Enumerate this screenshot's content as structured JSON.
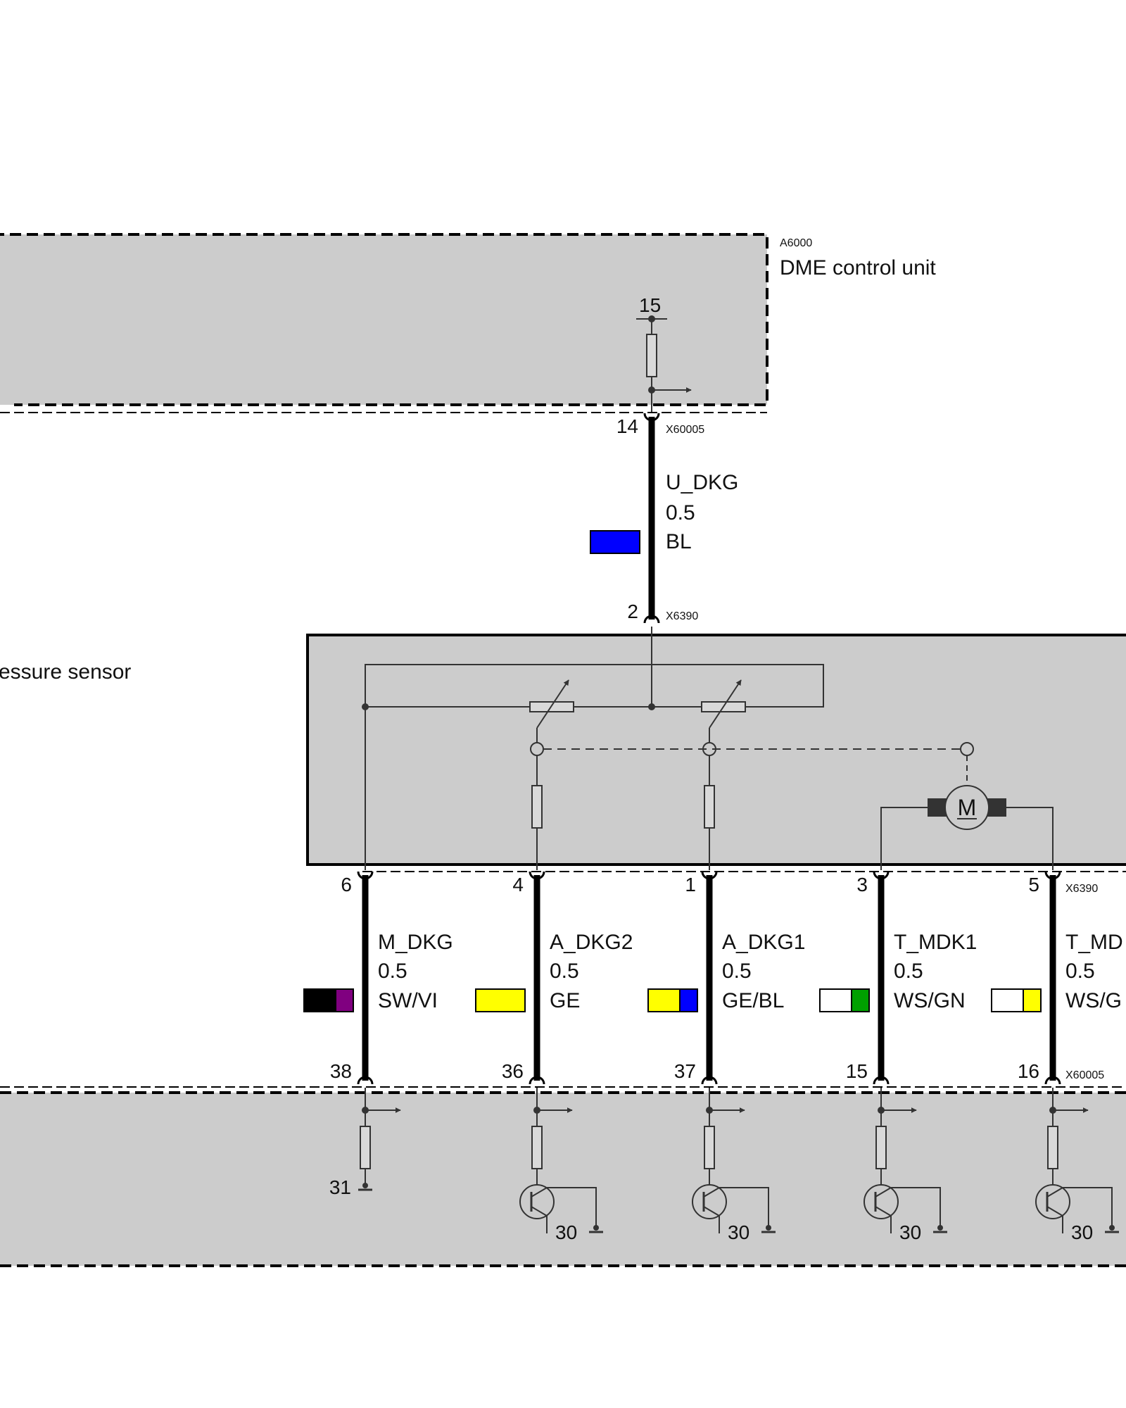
{
  "colors": {
    "unit_fill": "#cccccc",
    "wire": "#000000",
    "line": "#333333",
    "BL": "#0000ff",
    "SW": "#000000",
    "VI": "#800080",
    "GE": "#ffff00",
    "WS": "#ffffff",
    "GN": "#00a000"
  },
  "dme_unit": {
    "code": "A6000",
    "name": "DME control unit",
    "terminal_15": "15"
  },
  "sensor_unit": {
    "name_visible": "essure sensor"
  },
  "connectors": {
    "dme_upper": "X60005",
    "sensor": "X6390",
    "dme_lower": "X60005"
  },
  "supply_wire": {
    "signal": "U_DKG",
    "gauge": "0.5",
    "color_code": "BL",
    "color_swatch": [
      "BL"
    ],
    "dme_pin": "14",
    "sensor_pin": "2"
  },
  "signal_wires": [
    {
      "signal": "M_DKG",
      "gauge": "0.5",
      "color_code": "SW/VI",
      "color_swatch": [
        "SW",
        "VI"
      ],
      "sensor_pin": "6",
      "dme_pin": "38"
    },
    {
      "signal": "A_DKG2",
      "gauge": "0.5",
      "color_code": "GE",
      "color_swatch": [
        "GE"
      ],
      "sensor_pin": "4",
      "dme_pin": "36"
    },
    {
      "signal": "A_DKG1",
      "gauge": "0.5",
      "color_code": "GE/BL",
      "color_swatch": [
        "GE",
        "BL"
      ],
      "sensor_pin": "1",
      "dme_pin": "37"
    },
    {
      "signal": "T_MDK1",
      "gauge": "0.5",
      "color_code": "WS/GN",
      "color_swatch": [
        "WS",
        "GN"
      ],
      "sensor_pin": "3",
      "dme_pin": "15"
    },
    {
      "signal": "T_MD",
      "gauge": "0.5",
      "color_code": "WS/G",
      "color_swatch": [
        "WS",
        "GE"
      ],
      "sensor_pin": "5",
      "dme_pin": "16"
    }
  ],
  "ground_terminal": "31",
  "transistor_supply_terminal": "30",
  "motor_symbol": "M"
}
